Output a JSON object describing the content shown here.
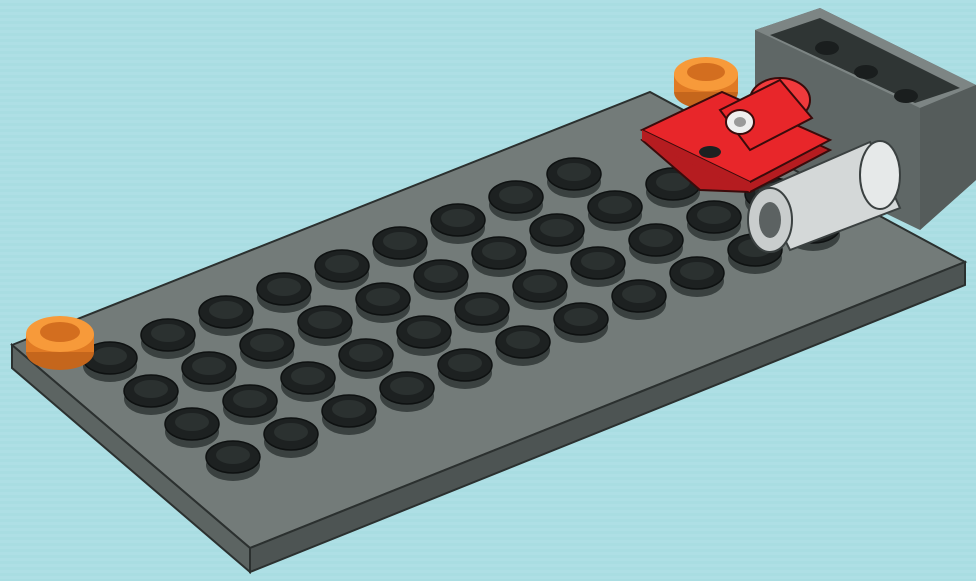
{
  "colors": {
    "background": "#a9dde2",
    "stripe": "#b7e6ea",
    "plate_top": "#6f7775",
    "plate_front": "#5e6664",
    "plate_side": "#4c5352",
    "stud_dark": "#1d2121",
    "stud_rim": "#3a4140",
    "accent_orange": "#f08a2a",
    "accent_red": "#e8262a",
    "accent_light_gray": "#d8dcdc",
    "brick_gray": "#7b8382"
  },
  "plate": {
    "studs_rows": 4,
    "studs_cols": 11
  },
  "parts": [
    "orange-round-stud",
    "orange-round-stud",
    "red-clip-plate",
    "light-gray-cylinder",
    "dark-gray-brick"
  ]
}
